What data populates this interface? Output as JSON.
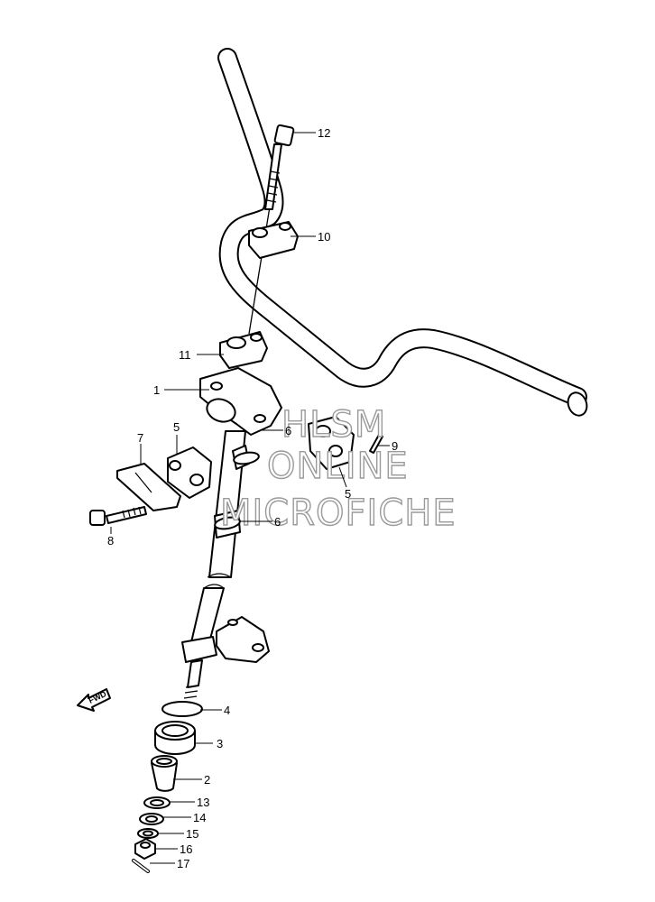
{
  "diagram": {
    "callouts": [
      {
        "id": "1",
        "label": "1"
      },
      {
        "id": "2",
        "label": "2"
      },
      {
        "id": "3",
        "label": "3"
      },
      {
        "id": "4",
        "label": "4"
      },
      {
        "id": "5a",
        "label": "5"
      },
      {
        "id": "5b",
        "label": "5"
      },
      {
        "id": "6a",
        "label": "6"
      },
      {
        "id": "6b",
        "label": "6"
      },
      {
        "id": "7",
        "label": "7"
      },
      {
        "id": "8",
        "label": "8"
      },
      {
        "id": "9",
        "label": "9"
      },
      {
        "id": "10",
        "label": "10"
      },
      {
        "id": "11",
        "label": "11"
      },
      {
        "id": "12",
        "label": "12"
      },
      {
        "id": "13",
        "label": "13"
      },
      {
        "id": "14",
        "label": "14"
      },
      {
        "id": "15",
        "label": "15"
      },
      {
        "id": "16",
        "label": "16"
      },
      {
        "id": "17",
        "label": "17"
      }
    ],
    "direction_marker": "FWD",
    "watermark": [
      "HLSM",
      "ONLINE",
      "MICROFICHE"
    ]
  }
}
